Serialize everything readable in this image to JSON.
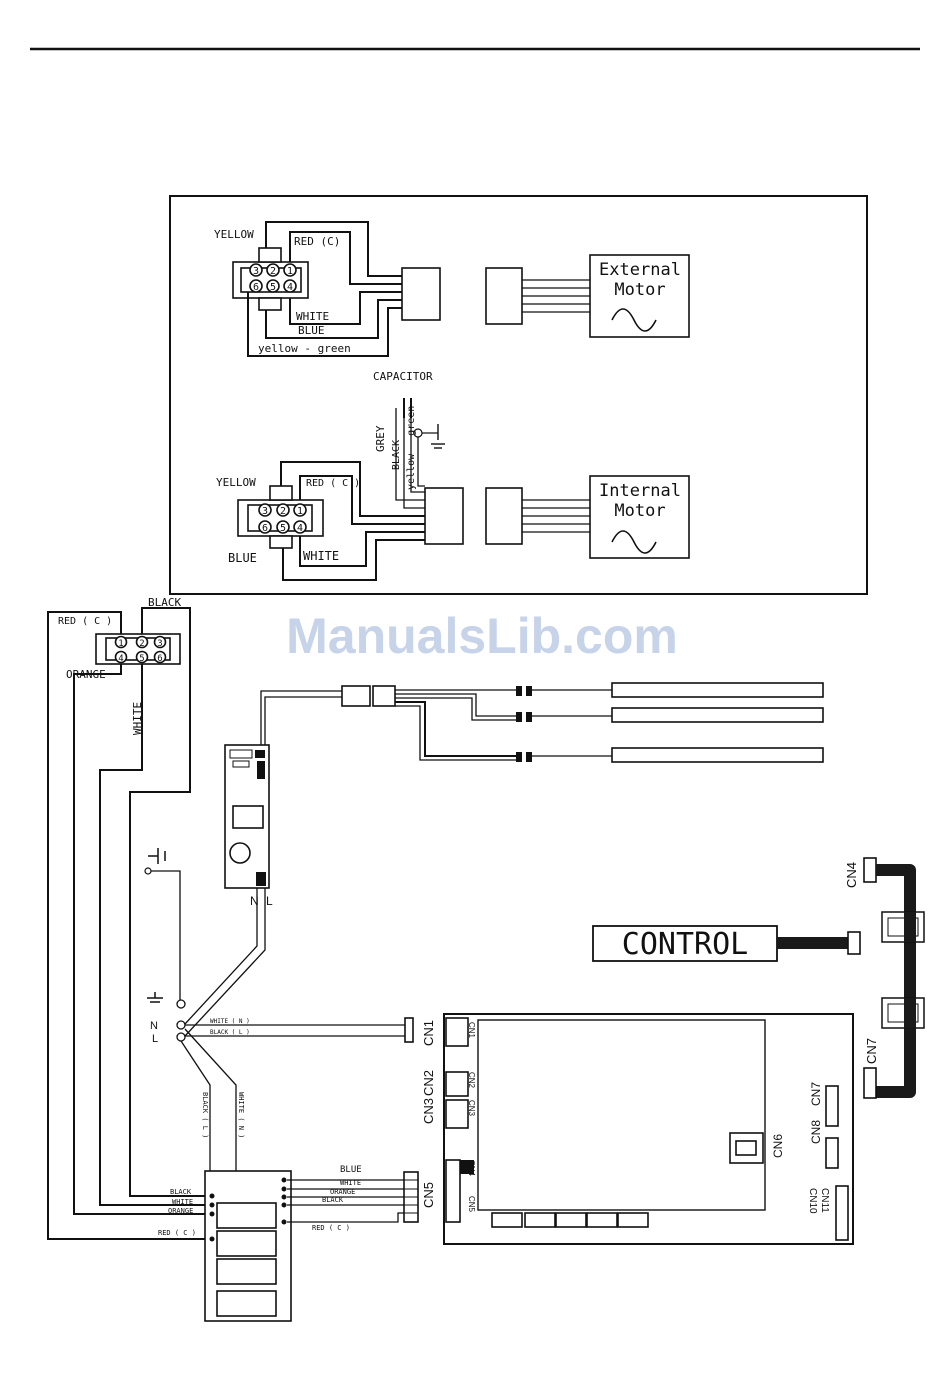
{
  "watermark": "ManualsLib.com",
  "external_motor": {
    "label_line1": "External",
    "label_line2": "Motor",
    "wires": {
      "yellow": "YELLOW",
      "red": "RED (C)",
      "white": "WHITE",
      "blue": "BLUE",
      "yellow_green": "yellow - green"
    },
    "pins": [
      "3",
      "2",
      "1",
      "6",
      "5",
      "4"
    ]
  },
  "internal_motor": {
    "label_line1": "Internal",
    "label_line2": "Motor",
    "capacitor": "CAPACITOR",
    "wires": {
      "grey": "GREY",
      "black": "BLACK",
      "yellow_green": "yellow - green",
      "yellow": "YELLOW",
      "red": "RED ( C )",
      "blue": "BLUE",
      "white": "WHITE"
    },
    "pins": [
      "3",
      "2",
      "1",
      "6",
      "5",
      "4"
    ]
  },
  "left_connector": {
    "red": "RED ( C )",
    "black": "BLACK",
    "orange": "ORANGE",
    "white": "WHITE",
    "pins": [
      "1",
      "2",
      "3",
      "4",
      "5",
      "6"
    ]
  },
  "sensor_board": {
    "cn_labels": [
      "CN1",
      "CN2",
      "CN3",
      "CN5"
    ],
    "n_label": "N",
    "l_label": "L"
  },
  "power": {
    "n": "N",
    "l": "L",
    "white_n": "WHITE ( N )",
    "black_l": "BLACK ( L )",
    "vert_black": "BLACK ( L )",
    "vert_white": "WHITE ( N )"
  },
  "control_label": "CONTROL",
  "main_board": {
    "connectors": [
      "CN1",
      "CN2",
      "CN3",
      "CN4",
      "CN5",
      "CN6",
      "CN7",
      "CN8",
      "CN10",
      "CN11"
    ],
    "cn1": "CN1",
    "cn2": "CN2",
    "cn3": "CN3",
    "cn5": "CN5",
    "cn4": "CN4",
    "cn7": "CN7",
    "cn6": "CN6",
    "cn8": "CN8",
    "cn10": "CN10",
    "cn11": "CN11"
  },
  "terminal": {
    "black": "BLACK",
    "white": "WHITE",
    "orange": "ORANGE",
    "red": "RED ( C )"
  },
  "cn5_wires": {
    "blue": "BLUE",
    "white": "WHITE",
    "orange": "ORANGE",
    "black": "BLACK",
    "red": "RED ( C )"
  },
  "display_cn": {
    "cn4": "CN4",
    "cn7": "CN7"
  }
}
